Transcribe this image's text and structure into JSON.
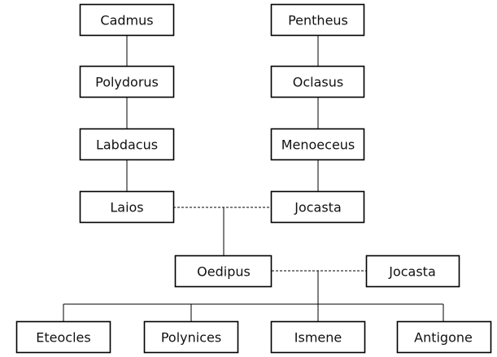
{
  "people": {
    "cadmus": "Cadmus",
    "polydorus": "Polydorus",
    "labdacus": "Labdacus",
    "laios": "Laios",
    "pentheus": "Pentheus",
    "oclasus": "Oclasus",
    "menoeceus": "Menoeceus",
    "jocasta": "Jocasta",
    "oedipus": "Oedipus",
    "jocasta_2": "Jocasta",
    "eteocles": "Eteocles",
    "polynices": "Polynices",
    "ismene": "Ismene",
    "antigone": "Antigone"
  }
}
